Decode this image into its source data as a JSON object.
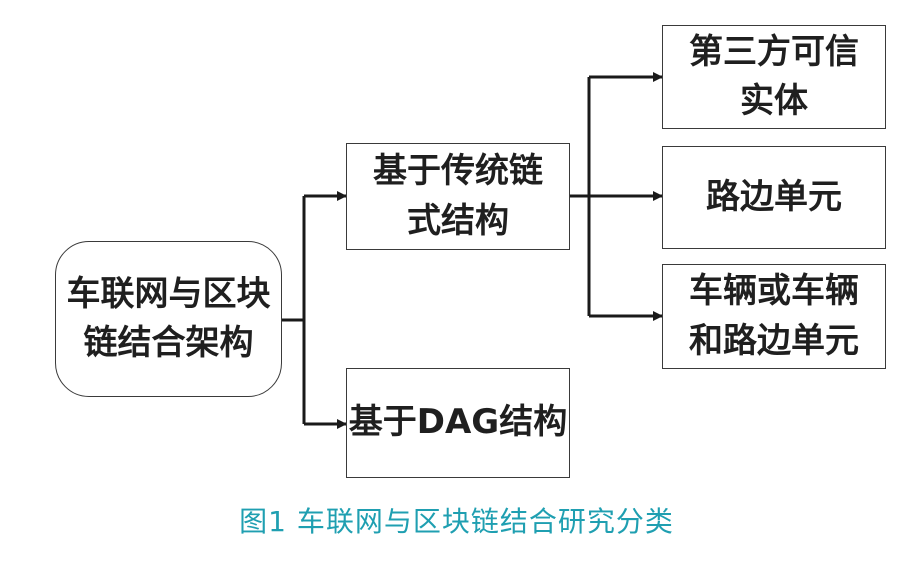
{
  "diagram": {
    "root": {
      "line1": "车联网与区块",
      "line2": "链结合架构"
    },
    "branch_traditional": {
      "line1": "基于传统链",
      "line2": "式结构"
    },
    "branch_dag": {
      "line1": "基于DAG结构"
    },
    "leaf_third_party": {
      "line1": "第三方可信",
      "line2": "实体"
    },
    "leaf_roadside": {
      "line1": "路边单元"
    },
    "leaf_vehicle": {
      "line1": "车辆或车辆",
      "line2": "和路边单元"
    }
  },
  "caption": "图1 车联网与区块链结合研究分类",
  "colors": {
    "caption": "#1f9fb1",
    "line": "#1a1a1a",
    "border": "#3a3a3a"
  }
}
